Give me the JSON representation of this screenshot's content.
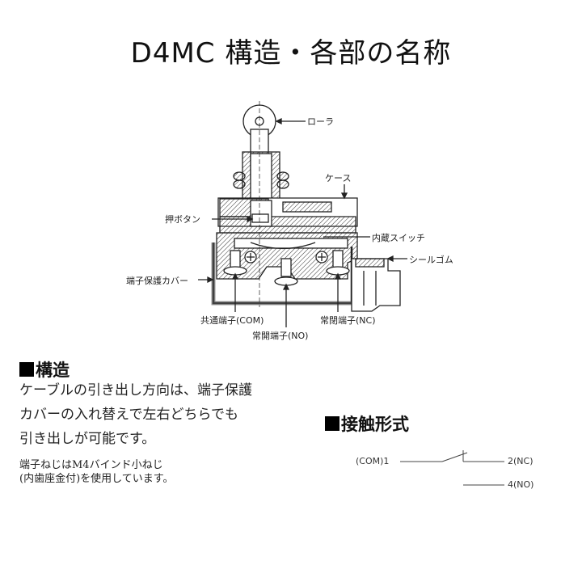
{
  "page": {
    "title": "D4MC 構造・各部の名称"
  },
  "diagram": {
    "labels": {
      "roller": "ローラ",
      "case": "ケース",
      "push_button": "押ボタン",
      "builtin_switch": "内蔵スイッチ",
      "seal_rubber": "シールゴム",
      "terminal_cover": "端子保護カバー",
      "com_terminal": "共通端子(COM)",
      "nc_terminal": "常閉端子(NC)",
      "no_terminal": "常開端子(NO)"
    }
  },
  "structure": {
    "heading": "構造",
    "lines": [
      "ケーブルの引き出し方向は、端子保護",
      "カバーの入れ替えで左右どちらでも",
      "引き出しが可能です。"
    ],
    "note_lines": [
      "端子ねじはM4バインド小ねじ",
      "(内歯座金付)を使用しています。"
    ]
  },
  "contact_form": {
    "heading": "接触形式",
    "com_label": "(COM)1",
    "nc_label": "2(NC)",
    "no_label": "4(NO)"
  }
}
